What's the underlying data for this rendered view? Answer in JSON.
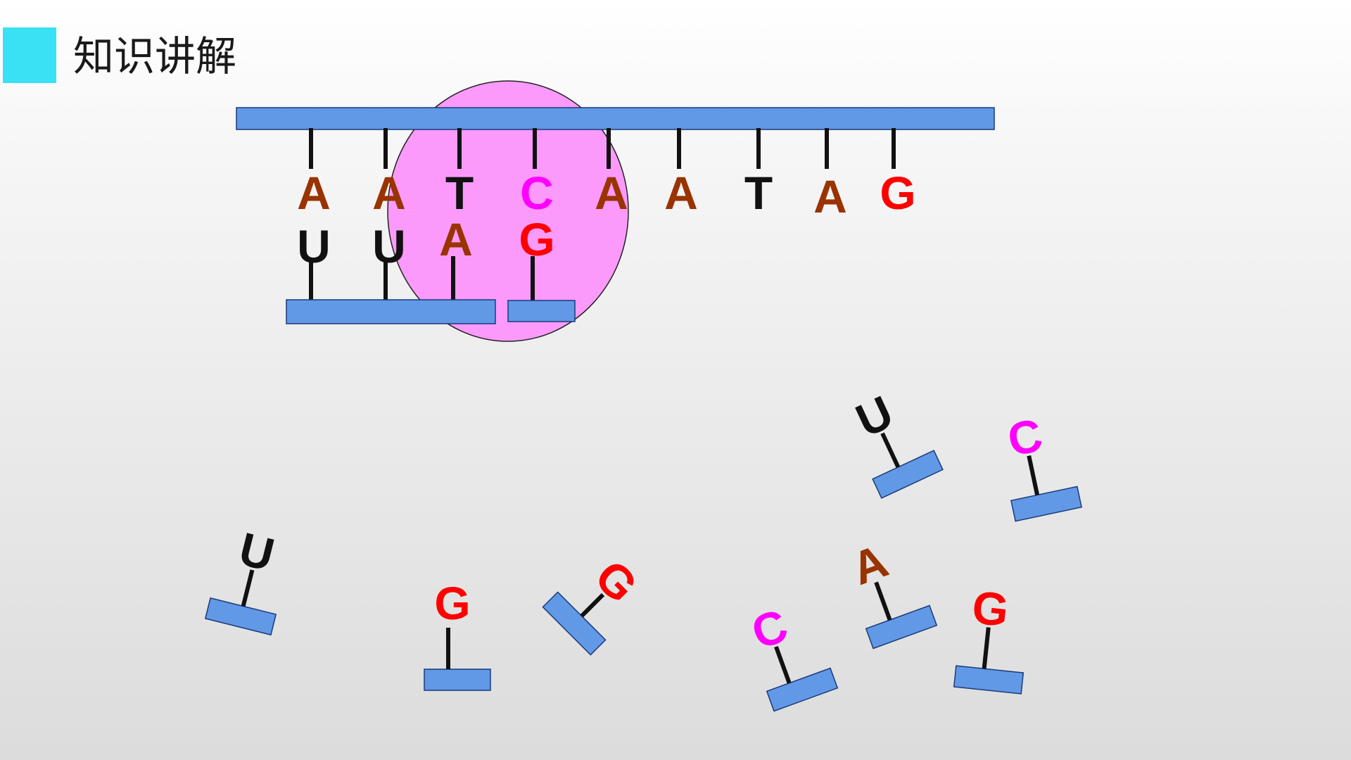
{
  "slide": {
    "title": "知识讲解"
  },
  "colors": {
    "accent_square": "#38e1f4",
    "strand": "#6199e6",
    "ribosome": "#fc9afc",
    "base_A": "#993300",
    "base_T": "#111111",
    "base_U": "#111111",
    "base_C": "#ff00ff",
    "base_G": "#ff0000"
  },
  "diagram": {
    "dna_template_bases": [
      "A",
      "A",
      "T",
      "C",
      "A",
      "A",
      "T",
      "A",
      "G"
    ],
    "paired_rna_bases": [
      "U",
      "U",
      "A",
      "G"
    ],
    "free_nucleotides": [
      "U",
      "C",
      "A",
      "C",
      "G",
      "U",
      "G",
      "G"
    ]
  }
}
